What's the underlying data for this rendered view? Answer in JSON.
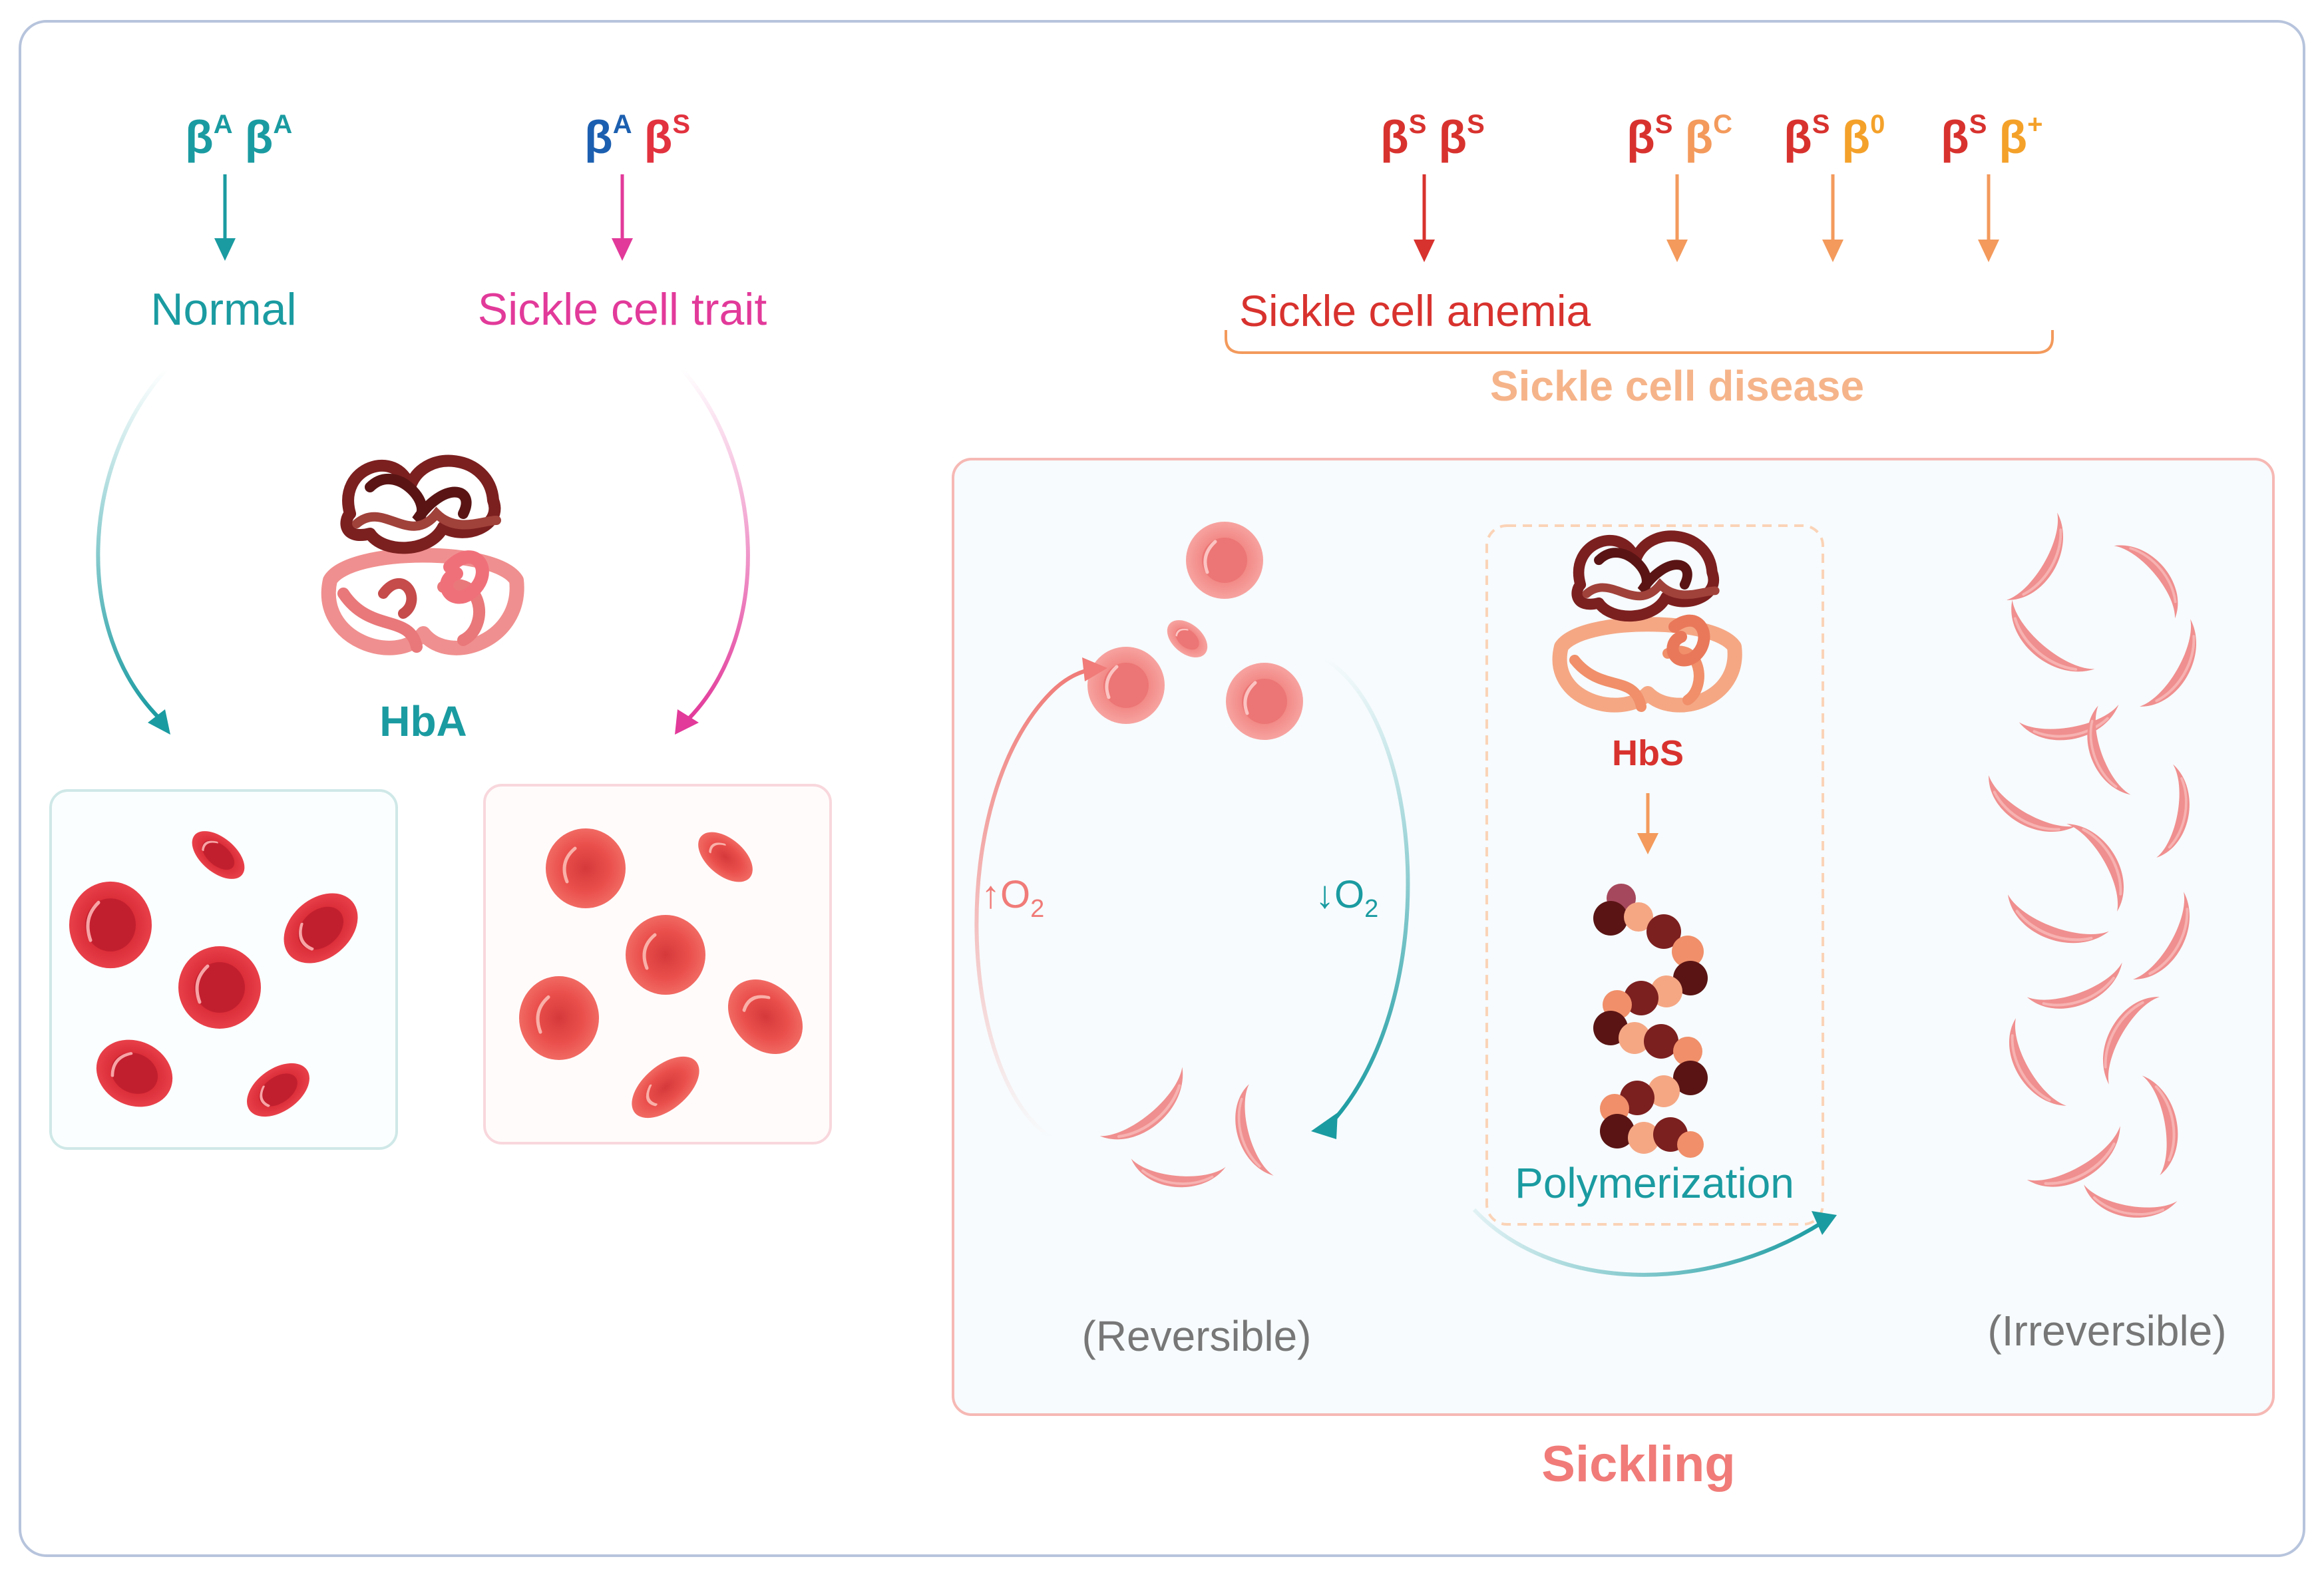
{
  "colors": {
    "teal": "#1a9ba1",
    "magenta": "#e23a9a",
    "blue": "#1c5fb0",
    "red": "#d8322e",
    "orange": "#f39a5c",
    "amber": "#f4a12a",
    "salmon": "#f07b78",
    "rbc": "#e2323f",
    "rbc_light": "#ef5b55",
    "sickle": "#f08f8f",
    "gray": "#777777",
    "frame": "#b7c4dc"
  },
  "genotypes": {
    "normal": {
      "allele1": "β",
      "sup1": "A",
      "allele2": "β",
      "sup2": "A"
    },
    "trait": {
      "allele1": "β",
      "sup1": "A",
      "allele2": "β",
      "sup2": "S"
    },
    "ss": {
      "allele1": "β",
      "sup1": "S",
      "allele2": "β",
      "sup2": "S"
    },
    "sc": {
      "allele1": "β",
      "sup1": "S",
      "allele2": "β",
      "sup2": "C"
    },
    "s0": {
      "allele1": "β",
      "sup1": "S",
      "allele2": "β",
      "sup2": "0"
    },
    "splus": {
      "allele1": "β",
      "sup1": "S",
      "allele2": "β",
      "sup2": "+"
    }
  },
  "labels": {
    "normal": "Normal",
    "trait": "Sickle cell trait",
    "anemia": "Sickle cell anemia",
    "disease": "Sickle cell disease",
    "hba": "HbA",
    "hbs": "HbS",
    "o2_up": "↑O",
    "o2_down": "↓O",
    "o2_sub": "2",
    "polymerization": "Polymerization",
    "reversible": "(Reversible)",
    "irreversible": "(Irreversible)",
    "sickling": "Sickling"
  }
}
